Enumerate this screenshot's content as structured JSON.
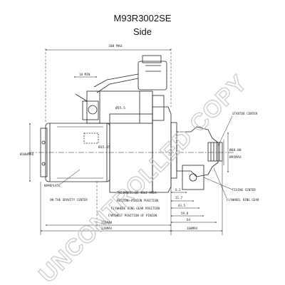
{
  "header": {
    "title": "M93R3002SE",
    "subtitle": "Side"
  },
  "watermark": "UNCONTROLLED COPY",
  "dimensions": {
    "overall_max": "188 MAX",
    "top_small": "18 MIN",
    "housing_dia": "Ø55.5",
    "body_dia": "Ø100MAX",
    "small_dia": "Ø35.45",
    "pinion_dia": "Ø68.88",
    "mount_dia": "Ø95MAX",
    "thickness_value": "6.2",
    "resting_value": "11.7",
    "ring_gear_value": "43.5",
    "farthest_value": "59.8",
    "length_a": "219MAX",
    "length_b": "226MAX",
    "right_value": "64",
    "right_length": "160MAX"
  },
  "labels": {
    "nameplate": "NAMEPLATE",
    "thickness": "THICKNESS OF HOLE AREA",
    "resting": "RESTING PINION POSITION",
    "flywheel_pos": "FLYWHEEL RING GEAR POSITION",
    "farthest": "FARTHEST POSITION OF PINION",
    "gravity": "ON THE GRAVITY CENTER",
    "starter_center": "STARTER CENTER",
    "fixing_center": "FIXING CENTER",
    "flywheel_gear": "FLYWHEEL RING GEAR"
  }
}
